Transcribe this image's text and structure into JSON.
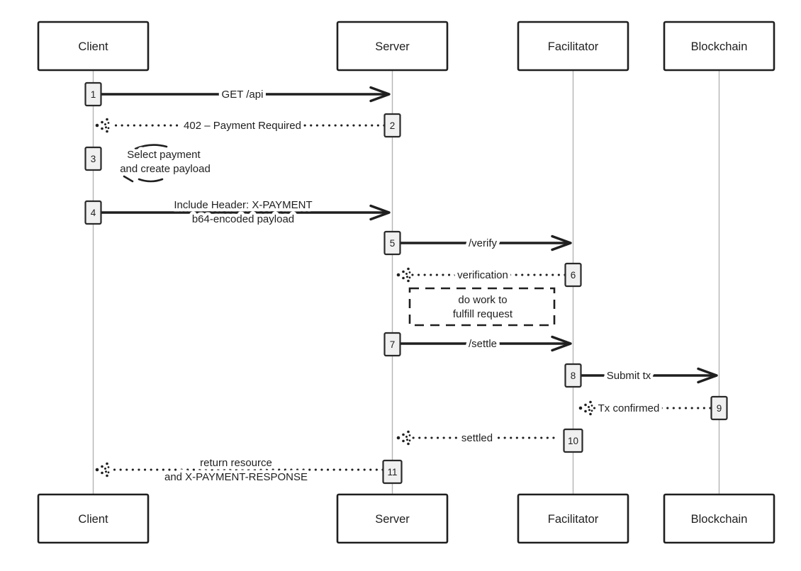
{
  "diagram": {
    "title": "x402 payment flow sequence diagram",
    "background_color": "#ffffff",
    "ink_color": "#1f1f1f",
    "lifeline_color": "#b3b3b3",
    "activation_fill": "#f0f0f0"
  },
  "actors": [
    {
      "name": "Client"
    },
    {
      "name": "Server"
    },
    {
      "name": "Facilitator"
    },
    {
      "name": "Blockchain"
    }
  ],
  "messages": [
    {
      "num": "1",
      "label": "GET /api",
      "type": "solid",
      "from": "Client",
      "to": "Server"
    },
    {
      "num": "2",
      "label": "402 – Payment Required",
      "type": "dotted",
      "from": "Server",
      "to": "Client"
    },
    {
      "num": "3",
      "label_line1": "Select payment",
      "label_line2": "and create payload",
      "type": "self",
      "from": "Client",
      "to": "Client"
    },
    {
      "num": "4",
      "label_line1": "Include Header: X-PAYMENT",
      "label_line2": "b64-encoded payload",
      "type": "solid",
      "from": "Client",
      "to": "Server"
    },
    {
      "num": "5",
      "label": "/verify",
      "type": "solid",
      "from": "Server",
      "to": "Facilitator"
    },
    {
      "num": "6",
      "label": "verification",
      "type": "dotted",
      "from": "Facilitator",
      "to": "Server"
    },
    {
      "num": "7",
      "label": "/settle",
      "type": "solid",
      "from": "Server",
      "to": "Facilitator"
    },
    {
      "num": "8",
      "label": "Submit tx",
      "type": "solid",
      "from": "Facilitator",
      "to": "Blockchain"
    },
    {
      "num": "9",
      "label": "Tx confirmed",
      "type": "dotted",
      "from": "Blockchain",
      "to": "Facilitator"
    },
    {
      "num": "10",
      "label": "settled",
      "type": "dotted",
      "from": "Facilitator",
      "to": "Server"
    },
    {
      "num": "11",
      "label_line1": "return resource",
      "label_line2": "and X-PAYMENT-RESPONSE",
      "type": "dotted",
      "from": "Server",
      "to": "Client"
    }
  ],
  "note": {
    "line1": "do work to",
    "line2": "fulfill request"
  }
}
